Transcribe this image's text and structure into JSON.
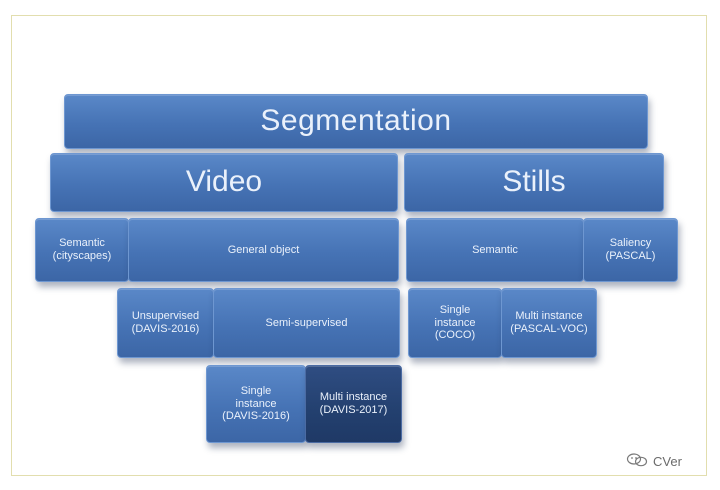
{
  "diagram": {
    "root": "Segmentation",
    "branches": {
      "video": "Video",
      "stills": "Stills"
    },
    "video_children": {
      "semantic": "Semantic\n(cityscapes)",
      "general_object": "General object"
    },
    "general_object_children": {
      "unsupervised": "Unsupervised\n(DAVIS-2016)",
      "semi_supervised": "Semi-supervised"
    },
    "semi_supervised_children": {
      "single_instance": "Single\ninstance\n(DAVIS-2016)",
      "multi_instance": "Multi instance\n(DAVIS-2017)"
    },
    "stills_children": {
      "semantic": "Semantic",
      "saliency": "Saliency\n(PASCAL)"
    },
    "stills_semantic_children": {
      "single_instance": "Single\ninstance\n(COCO)",
      "multi_instance": "Multi instance\n(PASCAL-VOC)"
    }
  },
  "colors": {
    "tile": "#4673b5",
    "highlight_tile": "#23406f",
    "frame_border": "#e2deae"
  },
  "watermark": {
    "icon": "wechat-icon",
    "text": "CVer"
  }
}
